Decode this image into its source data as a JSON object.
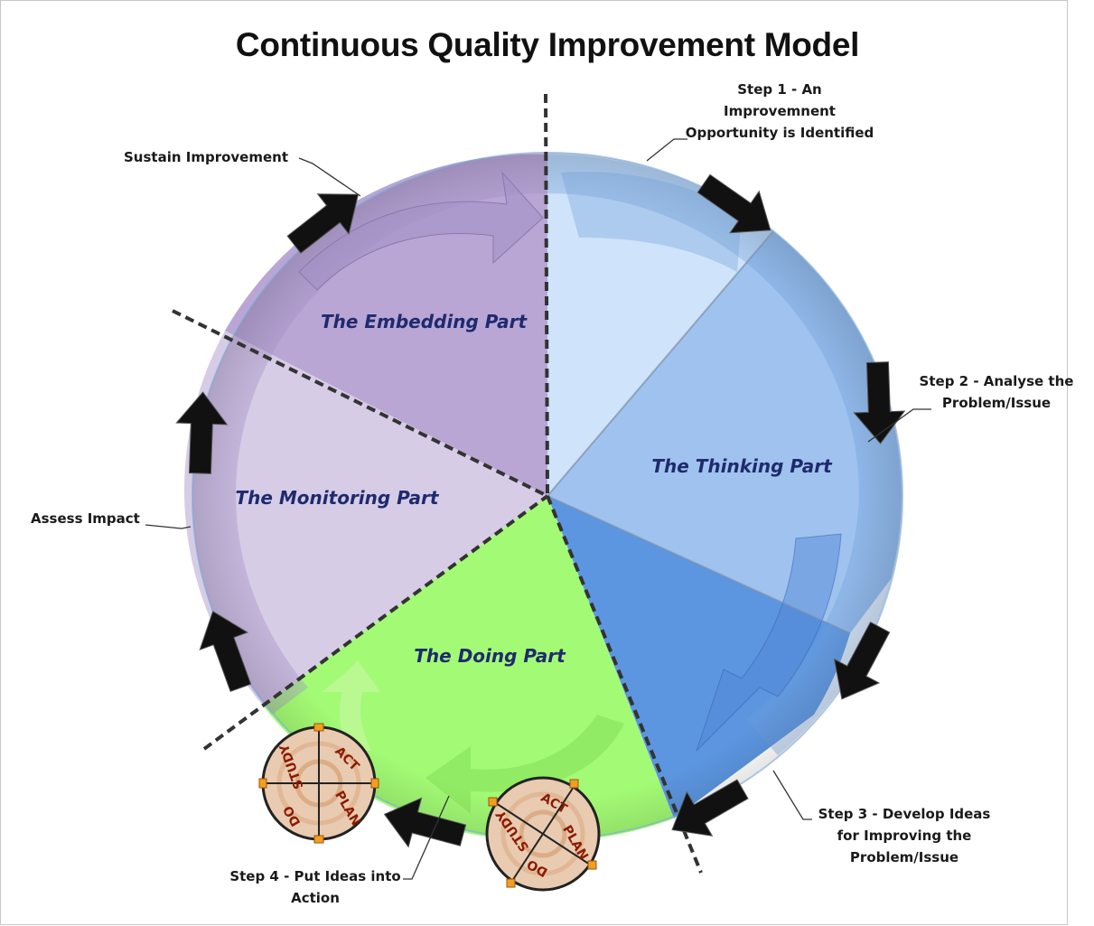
{
  "title": "Continuous Quality Improvement Model",
  "parts": {
    "thinking": "The Thinking Part",
    "embedding": "The Embedding Part",
    "monitoring": "The Monitoring Part",
    "doing": "The Doing Part"
  },
  "steps": {
    "step1": [
      "Step 1 - An",
      "Improvemnent",
      "Opportunity is Identified"
    ],
    "step2": [
      "Step 2 - Analyse the",
      "Problem/Issue"
    ],
    "step3": [
      "Step 3 - Develop Ideas",
      "for Improving the",
      "Problem/Issue"
    ],
    "step4": [
      "Step 4 - Put Ideas into",
      "Action"
    ],
    "sustain": "Sustain Improvement",
    "assess": "Assess Impact"
  },
  "pdsa": {
    "act": "ACT",
    "plan": "PLAN",
    "do": "DO",
    "study": "STUDY"
  },
  "colors": {
    "thinking": "#9fc2ee",
    "thinking_dark": "#5c96e0",
    "step1_light": "#cfe3fa",
    "embedding": "#b9a6d4",
    "monitoring": "#d6cce6",
    "doing": "#a3fb75",
    "ring_purple": "#a48fc4",
    "ring_blue": "#6e9fd8",
    "arrow": "#111111"
  }
}
